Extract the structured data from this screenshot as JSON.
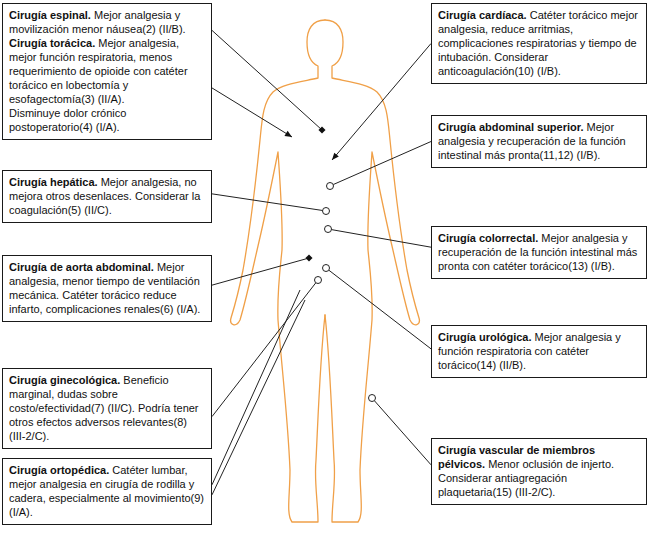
{
  "diagram": {
    "nodes": [
      {
        "text": [
          "Cirugía espinal.",
          "Mejor analgesia y movilización menor náusea(2) (II/B).",
          "Cirugía torácica.",
          "Mejor analgesia, mejor función respiratoria, menos requerimiento de opioide con catéter torácico en lobectomía y esofagectomía(3) (II/A).",
          "Disminuye dolor crónico postoperatorio(4) (I/A)."
        ]
      },
      {
        "text": [
          "Cirugía cardíaca.",
          "Catéter torácico mejor analgesia, reduce arritmias, complicaciones respiratorias y tiempo de intubación. Considerar anticoagulación(10) (I/B)."
        ]
      },
      {
        "text": [
          "Cirugía abdominal superior.",
          "Mejor analgesia y recuperación de la función intestinal más pronta(11,12) (I/B)."
        ]
      },
      {
        "text": [
          "Cirugía hepática.",
          "Mejor analgesia, no mejora otros desenlaces. Considerar la coagulación(5) (II/C)."
        ]
      },
      {
        "text": [
          "Cirugía colorrectal.",
          "Mejor analgesia y recuperación de la función intestinal más pronta con catéter torácico(13) (I/B)."
        ]
      },
      {
        "text": [
          "Cirugía de aorta abdominal.",
          "Mejor analgesia, menor tiempo de ventilación mecánica. Catéter torácico reduce infarto, complicaciones renales(6) (I/A)."
        ]
      },
      {
        "text": [
          "Cirugía urológica.",
          "Mejor analgesia y función respiratoria con catéter torácico(14) (II/B)."
        ]
      },
      {
        "text": [
          "Cirugía ginecológica.",
          "Beneficio marginal, dudas sobre costo/efectividad(7) (II/C). Podría tener otros efectos adversos relevantes(8) (III-2/C)."
        ]
      },
      {
        "text": [
          "Cirugía vascular de miembros pélvicos.",
          "Menor oclusión de injerto. Considerar antiagregación plaquetaria(15) (III-2/C)."
        ]
      },
      {
        "text": [
          "Cirugía ortopédica.",
          "Catéter lumbar, mejor analgesia en cirugía de rodilla y cadera, especialmente al movimiento(9) (I/A)."
        ]
      }
    ]
  }
}
